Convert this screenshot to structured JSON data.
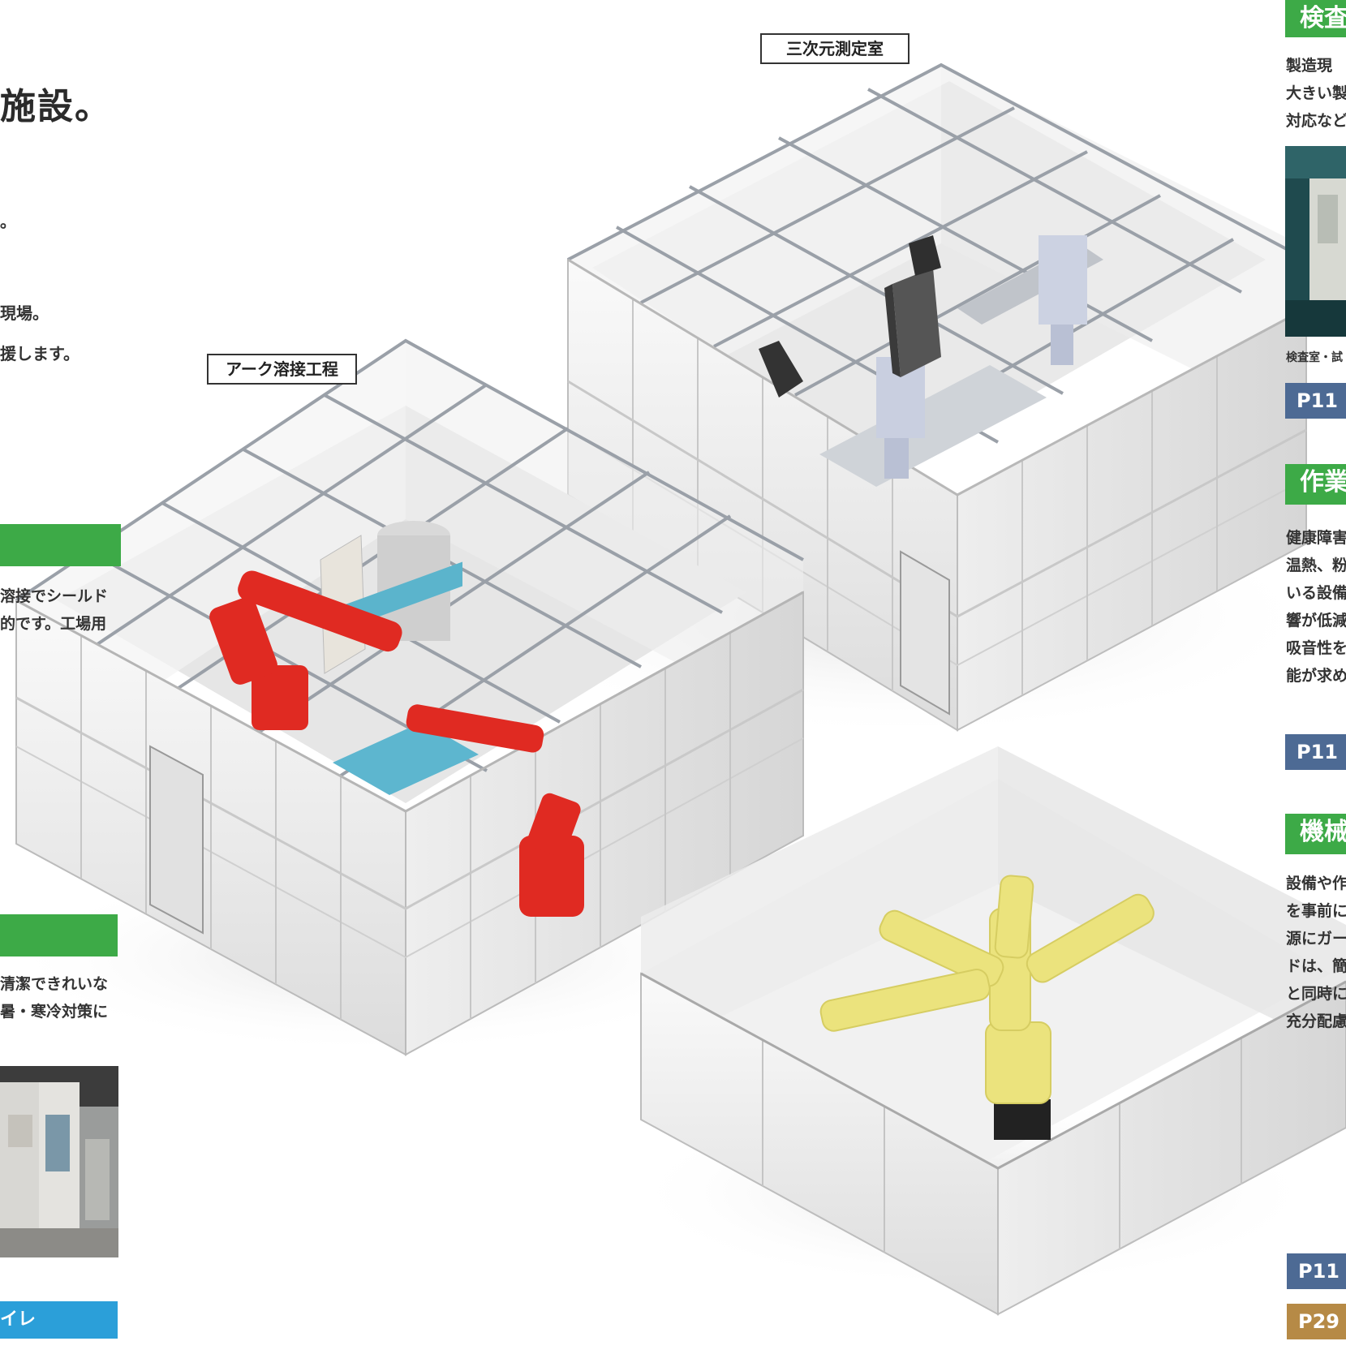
{
  "left": {
    "headline": "施設。",
    "lines": [
      {
        "text": "。"
      },
      {
        "text": "現場。"
      },
      {
        "text": "援します。"
      }
    ],
    "section1": {
      "desc": [
        "溶接でシールド",
        "的です。工場用"
      ]
    },
    "section2": {
      "desc": [
        "清潔できれいな",
        "暑・寒冷対策に"
      ]
    },
    "blue_bar": "イレ"
  },
  "labels": {
    "arc": "アーク溶接工程",
    "cmm": "三次元測定室"
  },
  "right": {
    "inspection": {
      "title": "検査",
      "desc": [
        "製造現",
        "大きい製",
        "対応など"
      ],
      "caption": "検査室・試",
      "ref": "P11"
    },
    "work": {
      "title": "作業",
      "desc": [
        "健康障害",
        "温熱、粉",
        "いる設備",
        "響が低減",
        "吸音性を",
        "能が求め"
      ],
      "ref": "P11"
    },
    "machine": {
      "title": "機械",
      "desc": [
        "設備や作",
        "を事前に",
        "源にガー",
        "ドは、簡",
        "と同時に",
        "充分配慮"
      ],
      "ref1": "P11",
      "ref2": "P29"
    }
  },
  "colors": {
    "green": "#3daa47",
    "navy": "#4d6a94",
    "gold": "#b68a46",
    "blue": "#2b9fd9",
    "robot_red": "#e02a22",
    "robot_yellow": "#ebe37d"
  }
}
